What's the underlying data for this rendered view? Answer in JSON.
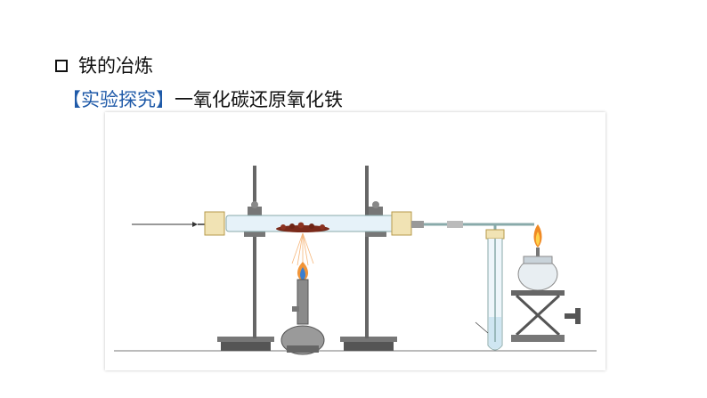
{
  "heading": {
    "title": "铁的冶炼"
  },
  "subheading": {
    "tag": "【实验探究】",
    "text": "一氧化碳还原氧化铁"
  },
  "figure": {
    "colors": {
      "iron_oxide": "#7a2a1a",
      "flame_blue": "#3b7fd0",
      "flame_orange": "#f08a24",
      "metal": "#555555",
      "glass": "#cfe6f2"
    }
  }
}
